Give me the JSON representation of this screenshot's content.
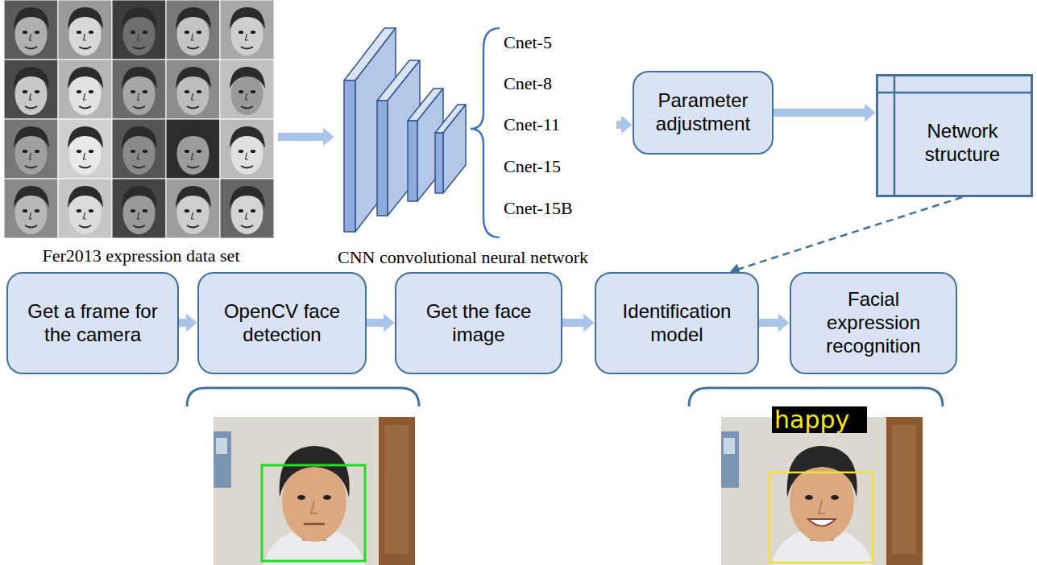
{
  "diagram": {
    "nodes": [
      {
        "text": [
          "Fer2013 expression data set"
        ]
      },
      {
        "text": [
          "CNN convolutional neural network"
        ]
      },
      {
        "text": [
          "Parameter adjustment"
        ]
      },
      {
        "text": [
          "Network structure"
        ]
      },
      {
        "text": [
          "Get a frame for the camera"
        ]
      },
      {
        "text": [
          "OpenCV face detection"
        ]
      },
      {
        "text": [
          "Get the face image"
        ]
      },
      {
        "text": [
          "Identification model"
        ]
      },
      {
        "text": [
          "Facial expression recognition"
        ]
      }
    ],
    "edges": [
      {
        "from": 0,
        "to": 1,
        "arrow": "to"
      },
      {
        "from": 1,
        "to": 2,
        "arrow": "to"
      },
      {
        "from": 2,
        "to": 3,
        "arrow": "to"
      },
      {
        "from": 3,
        "to": 7,
        "arrow": "to"
      },
      {
        "from": 4,
        "to": 5,
        "arrow": "to"
      },
      {
        "from": 5,
        "to": 6,
        "arrow": "to"
      },
      {
        "from": 6,
        "to": 7,
        "arrow": "to"
      },
      {
        "from": 7,
        "to": 8,
        "arrow": "to"
      }
    ],
    "labels": [
      "Cnet-5",
      "Cnet-8",
      "Cnet-11",
      "Cnet-15",
      "Cnet-15B",
      "happy"
    ]
  }
}
